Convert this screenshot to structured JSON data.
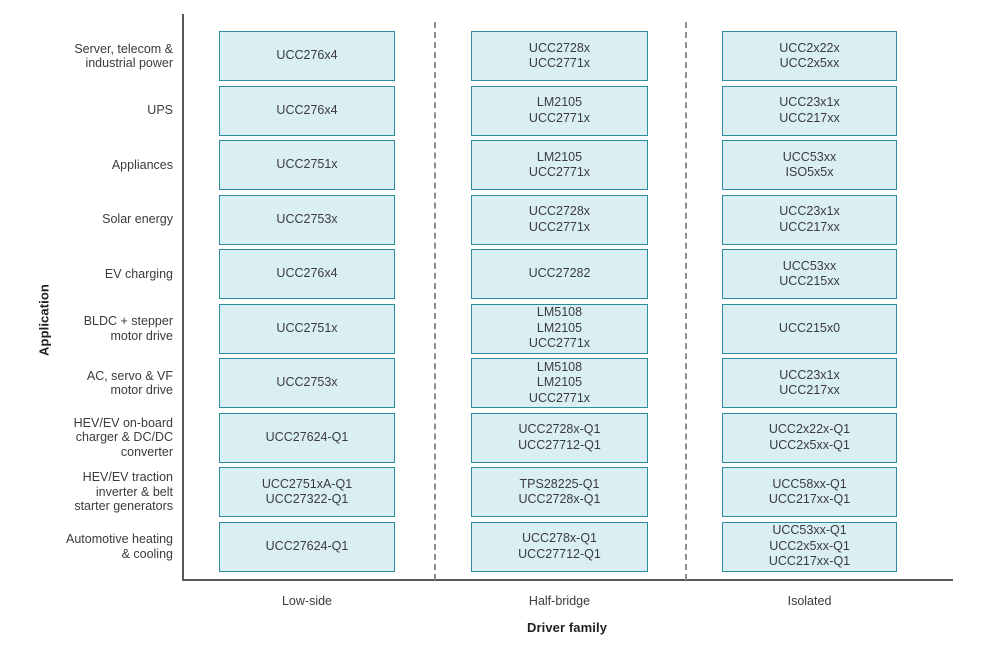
{
  "axes": {
    "y_label": "Application",
    "x_label": "Driver family"
  },
  "chart_data": {
    "type": "table",
    "title": "",
    "xlabel": "Driver family",
    "ylabel": "Application",
    "grid": false,
    "legend": "none",
    "columns": [
      "Low-side",
      "Half-bridge",
      "Isolated"
    ],
    "categories": [
      "Server, telecom & industrial power",
      "UPS",
      "Appliances",
      "Solar energy",
      "EV charging",
      "BLDC + stepper motor drive",
      "AC, servo & VF motor drive",
      "HEV/EV on-board charger & DC/DC converter",
      "HEV/EV traction inverter & belt starter generators",
      "Automotive heating & cooling"
    ],
    "rows": [
      {
        "label_lines": [
          "Server, telecom &",
          "industrial power"
        ],
        "cells": [
          [
            "UCC276x4"
          ],
          [
            "UCC2728x",
            "UCC2771x"
          ],
          [
            "UCC2x22x",
            "UCC2x5xx"
          ]
        ]
      },
      {
        "label_lines": [
          "UPS"
        ],
        "cells": [
          [
            "UCC276x4"
          ],
          [
            "LM2105",
            "UCC2771x"
          ],
          [
            "UCC23x1x",
            "UCC217xx"
          ]
        ]
      },
      {
        "label_lines": [
          "Appliances"
        ],
        "cells": [
          [
            "UCC2751x"
          ],
          [
            "LM2105",
            "UCC2771x"
          ],
          [
            "UCC53xx",
            "ISO5x5x"
          ]
        ]
      },
      {
        "label_lines": [
          "Solar energy"
        ],
        "cells": [
          [
            "UCC2753x"
          ],
          [
            "UCC2728x",
            "UCC2771x"
          ],
          [
            "UCC23x1x",
            "UCC217xx"
          ]
        ]
      },
      {
        "label_lines": [
          "EV charging"
        ],
        "cells": [
          [
            "UCC276x4"
          ],
          [
            "UCC27282"
          ],
          [
            "UCC53xx",
            "UCC215xx"
          ]
        ]
      },
      {
        "label_lines": [
          "BLDC + stepper",
          "motor drive"
        ],
        "cells": [
          [
            "UCC2751x"
          ],
          [
            "LM5108",
            "LM2105",
            "UCC2771x"
          ],
          [
            "UCC215x0"
          ]
        ]
      },
      {
        "label_lines": [
          "AC, servo & VF",
          "motor drive"
        ],
        "cells": [
          [
            "UCC2753x"
          ],
          [
            "LM5108",
            "LM2105",
            "UCC2771x"
          ],
          [
            "UCC23x1x",
            "UCC217xx"
          ]
        ]
      },
      {
        "label_lines": [
          "HEV/EV on-board",
          "charger & DC/DC",
          "converter"
        ],
        "cells": [
          [
            "UCC27624-Q1"
          ],
          [
            "UCC2728x-Q1",
            "UCC27712-Q1"
          ],
          [
            "UCC2x22x-Q1",
            "UCC2x5xx-Q1"
          ]
        ]
      },
      {
        "label_lines": [
          "HEV/EV traction",
          "inverter & belt",
          "starter generators"
        ],
        "cells": [
          [
            "UCC2751xA-Q1",
            "UCC27322-Q1"
          ],
          [
            "TPS28225-Q1",
            "UCC2728x-Q1"
          ],
          [
            "UCC58xx-Q1",
            "UCC217xx-Q1"
          ]
        ]
      },
      {
        "label_lines": [
          "Automotive heating",
          "& cooling"
        ],
        "cells": [
          [
            "UCC27624-Q1"
          ],
          [
            "UCC278x-Q1",
            "UCC27712-Q1"
          ],
          [
            "UCC53xx-Q1",
            "UCC2x5xx-Q1",
            "UCC217xx-Q1"
          ]
        ]
      }
    ],
    "colors": {
      "cell_fill": "#d9eff4",
      "cell_border": "#2d8c9e",
      "axis": "#58595b",
      "separator": "#8d8d8d",
      "text": "#3b3b3d"
    }
  }
}
